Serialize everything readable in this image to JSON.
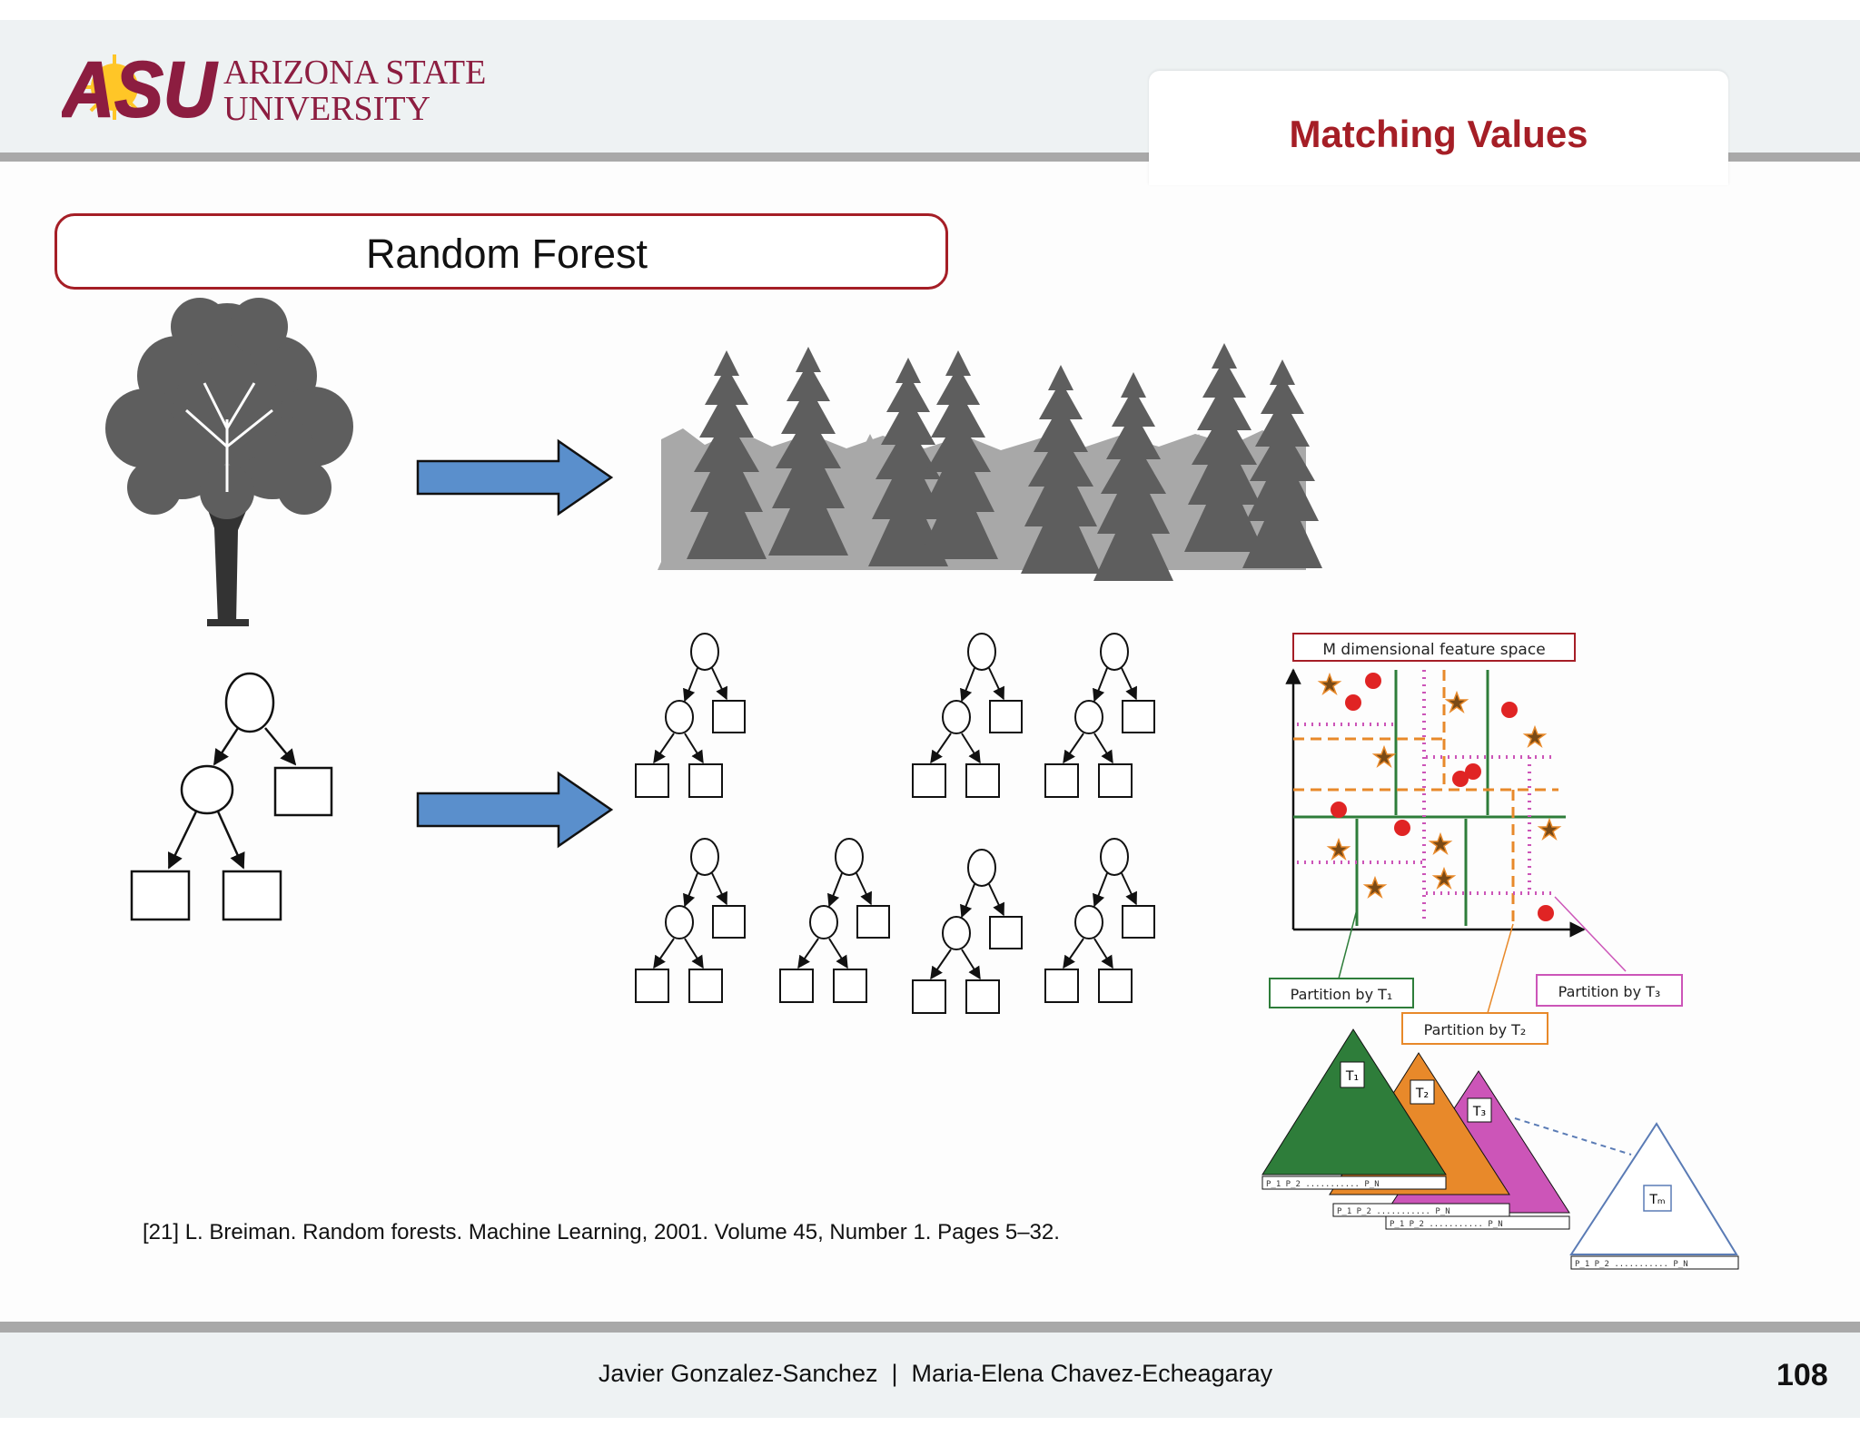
{
  "header": {
    "slide_title": "Matching Values",
    "logo": {
      "mark": "ASU",
      "name_line1": "ARIZONA STATE",
      "name_line2": "UNIVERSITY"
    }
  },
  "section": {
    "title": "Random Forest"
  },
  "figure": {
    "space_label": "M dimensional feature space",
    "partition_t1": "Partition by T₁",
    "partition_t2": "Partition by T₂",
    "partition_t3": "Partition by T₃",
    "tree_t1": "T₁",
    "tree_t2": "T₂",
    "tree_t3": "T₃",
    "tree_tm": "Tₘ",
    "leaf_row": "P_1 P_2 ........... P_N",
    "colors": {
      "t1": "#2e7d3a",
      "t2": "#e8892a",
      "t3": "#cc55b8",
      "tm": "#5a7bb5"
    }
  },
  "colors": {
    "accent": "#a51e26",
    "arrow": "#5a8fcc",
    "tree_dark": "#5e5e5e",
    "tree_light": "#a8a8a8"
  },
  "citation": "[21] L. Breiman. Random forests. Machine Learning, 2001. Volume 45, Number 1. Pages 5–32.",
  "footer": {
    "authors": "Javier Gonzalez-Sanchez  |  Maria-Elena Chavez-Echeagaray",
    "page_number": "108"
  }
}
